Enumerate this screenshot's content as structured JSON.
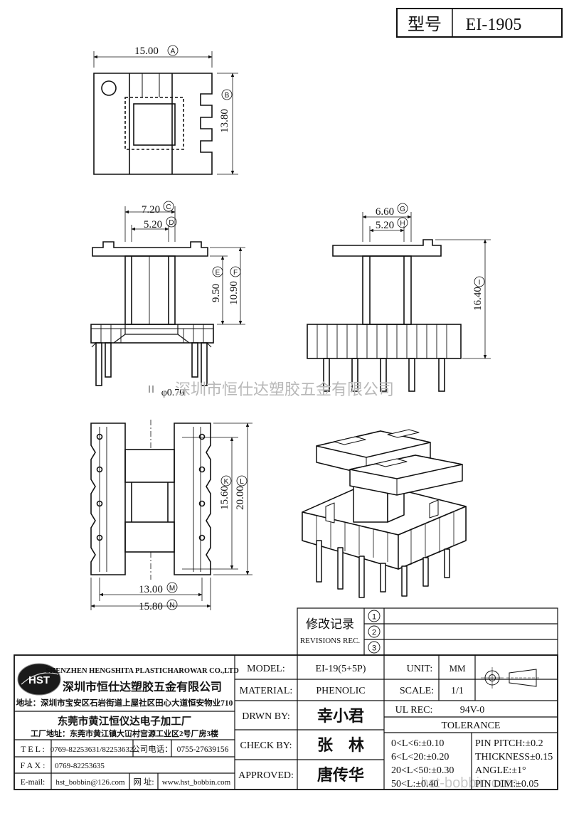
{
  "title_box": {
    "label": "型号",
    "model": "EI-1905"
  },
  "dims": {
    "top_width": "15.00",
    "top_width_tag": "A",
    "top_height": "13.80",
    "top_height_tag": "B",
    "front_c": "7.20",
    "front_c_tag": "C",
    "front_d": "5.20",
    "front_d_tag": "D",
    "front_e": "9.50",
    "front_e_tag": "E",
    "front_f": "10.90",
    "front_f_tag": "F",
    "pin_dia": "φ0.70",
    "side_g": "6.60",
    "side_g_tag": "G",
    "side_h": "5.20",
    "side_h_tag": "H",
    "side_i": "16.40",
    "side_i_tag": "I",
    "bot_k": "15.60",
    "bot_k_tag": "K",
    "bot_l": "20.00",
    "bot_l_tag": "L",
    "bot_m": "13.00",
    "bot_m_tag": "M",
    "bot_n": "15.80",
    "bot_n_tag": "N"
  },
  "watermark": "深圳市恒仕达塑胶五金有限公司",
  "watermark2": "hst-bobbin.com",
  "revisions": {
    "title_cn": "修改记录",
    "title_en": "REVISIONS REC.",
    "rows": [
      "1",
      "2",
      "3"
    ]
  },
  "company": {
    "logo": "HST",
    "name_en": "SHENZHEN HENGSHITA PLASTICHAROWAR CO.,LTD",
    "name_cn": "深圳市恒仕达塑胶五金有限公司",
    "address": "地址：深圳市宝安区石岩街道上屋社区田心大道恒安物业710",
    "factory_name": "东莞市黄江恒仪达电子加工厂",
    "factory_address": "工厂地址：东莞市黄江镇大冚村宫源工业区2号厂房3楼"
  },
  "contacts": {
    "tel_label": "T E L :",
    "tel_value": "0769-82253631/82253632",
    "company_tel_label": "公司电话：",
    "company_tel_value": "0755-27639156",
    "fax_label": "F A X :",
    "fax_value": "0769-82253635",
    "email_label": "E-mail:",
    "email_value": "hst_bobbin@126.com",
    "web_label": "网 址:",
    "web_value": "www.hst_bobbin.com"
  },
  "info": {
    "model_label": "MODEL:",
    "model_value": "EI-19(5+5P)",
    "material_label": "MATERIAL:",
    "material_value": "PHENOLIC",
    "drawn_label": "DRWN BY:",
    "drawn_value": "幸小君",
    "check_label": "CHECK BY:",
    "check_value": "张　林",
    "approved_label": "APPROVED:",
    "approved_value": "唐传华",
    "unit_label": "UNIT:",
    "unit_value": "MM",
    "scale_label": "SCALE:",
    "scale_value": "1/1",
    "ul_label": "UL REC:",
    "ul_value": "94V-0",
    "tolerance_label": "TOLERANCE"
  },
  "tolerance": {
    "left": [
      "0<L<6:±0.10",
      "6<L<20:±0.20",
      "20<L<50:±0.30",
      "50<L:±0.40"
    ],
    "right": [
      "PIN PITCH:±0.2",
      "THICKNESS±0.15",
      "ANGLE:±1°",
      "PIN DIM:±0.05"
    ]
  }
}
